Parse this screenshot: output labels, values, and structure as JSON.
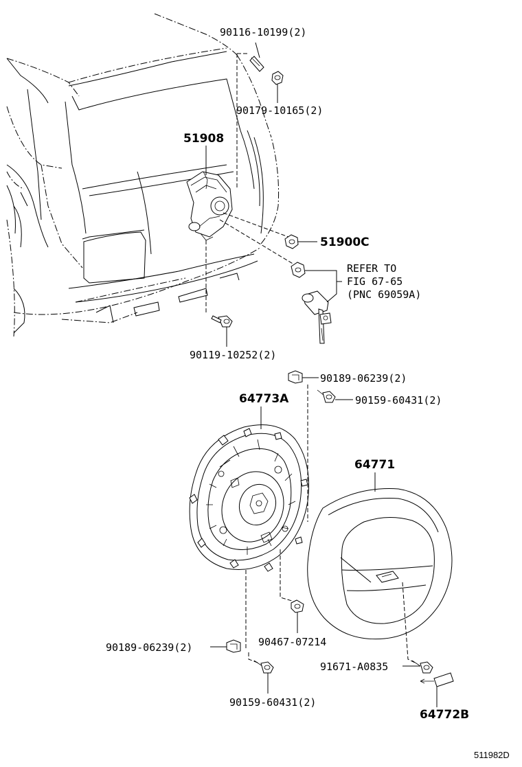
{
  "labels": {
    "bolt_top": "90116-10199(2)",
    "nut_top": "90179-10165(2)",
    "carrier": "51908",
    "nut_mid": "51900C",
    "refer_line1": "REFER TO",
    "refer_line2": "FIG 67-65",
    "refer_line3": "(PNC 69059A)",
    "bolt_lower": "90119-10252(2)",
    "clip_top": "90189-06239(2)",
    "screw_top": "90159-60431(2)",
    "bracket": "64773A",
    "cover": "64771",
    "screw_mid": "90467-07214",
    "clip_bottom": "90189-06239(2)",
    "screw_bottom": "90159-60431(2)",
    "screw_right": "91671-A0835",
    "emblem": "64772B",
    "figure_number": "511982D"
  }
}
